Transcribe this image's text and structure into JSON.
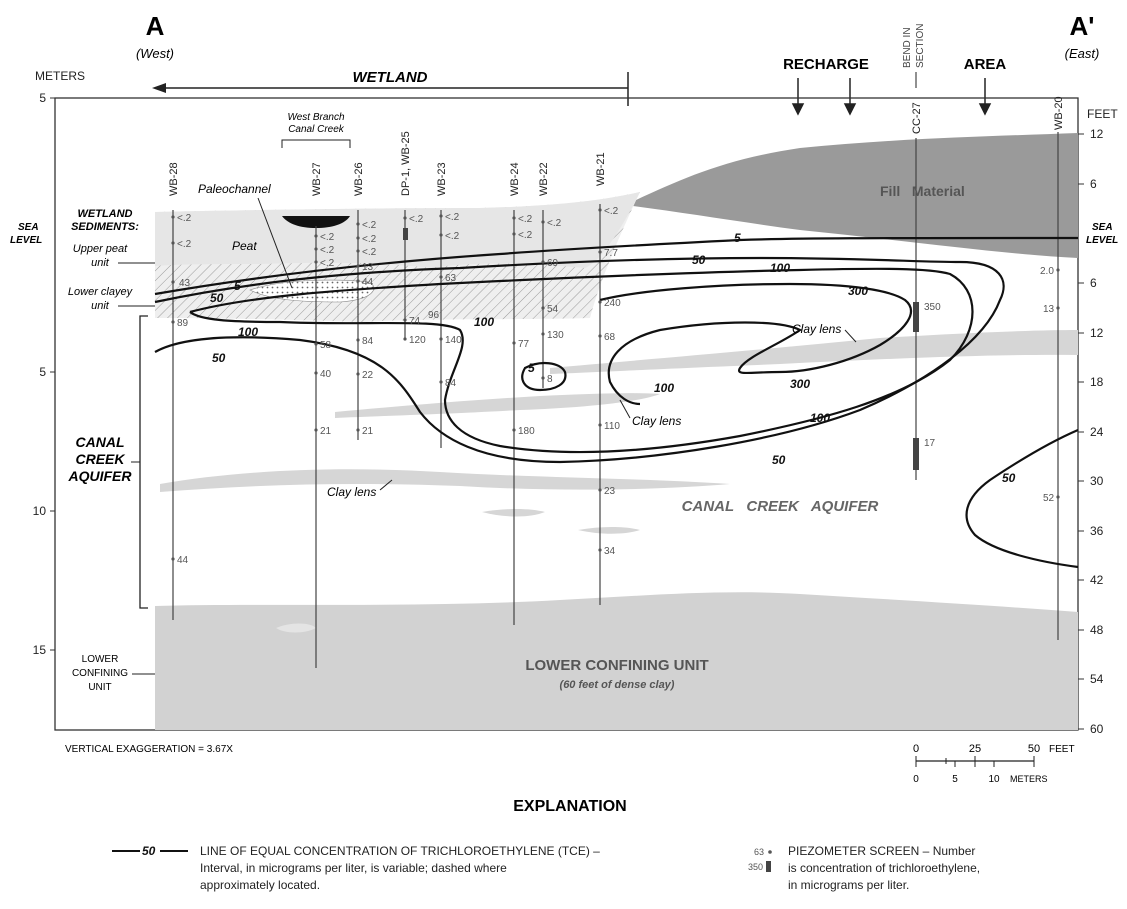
{
  "sections": {
    "left_letter": "A",
    "left_dir": "(West)",
    "right_letter": "A'",
    "right_dir": "(East)"
  },
  "axes": {
    "meters_label": "METERS",
    "feet_label": "FEET",
    "meters_ticks": [
      "5",
      "5",
      "10",
      "15"
    ],
    "feet_ticks": [
      "12",
      "6",
      "6",
      "12",
      "18",
      "24",
      "30",
      "36",
      "42",
      "48",
      "54",
      "60"
    ],
    "sea_level_left": [
      "SEA",
      "LEVEL"
    ],
    "sea_level_right": [
      "SEA",
      "LEVEL"
    ]
  },
  "header_labels": {
    "wetland": "WETLAND",
    "recharge": "RECHARGE",
    "area": "AREA",
    "bend_in_section": [
      "BEND IN",
      "SECTION"
    ],
    "west_branch": [
      "West Branch",
      "Canal Creek"
    ]
  },
  "wells": [
    "WB-28",
    "WB-27",
    "WB-26",
    "DP-1, WB-25",
    "WB-23",
    "WB-24",
    "WB-22",
    "WB-21",
    "CC-27",
    "WB-20"
  ],
  "unit_labels": {
    "wetland_sediments": [
      "WETLAND",
      "SEDIMENTS:"
    ],
    "upper_peat": [
      "Upper peat",
      "unit"
    ],
    "lower_clayey": [
      "Lower clayey",
      "unit"
    ],
    "paleochannel": "Paleochannel",
    "peat": "Peat",
    "fill_material": "Fill   Material",
    "canal_creek_aquifer_left": [
      "CANAL",
      "CREEK",
      "AQUIFER"
    ],
    "canal_creek_aquifer_center": "CANAL   CREEK   AQUIFER",
    "lower_confining_left": [
      "LOWER",
      "CONFINING",
      "UNIT"
    ],
    "lower_confining_center": "LOWER CONFINING UNIT",
    "lower_confining_note": "(60 feet of dense clay)",
    "clay_lens": "Clay lens"
  },
  "contours": [
    "5",
    "50",
    "100",
    "300",
    "5",
    "50",
    "100",
    "100",
    "300",
    "100",
    "50",
    "50"
  ],
  "concentrations": [
    "<.2",
    "<.2",
    "43",
    "89",
    "44",
    "<.2",
    "<.2",
    "<.2",
    "58",
    "40",
    "21",
    "<.2",
    "<.2",
    "<.2",
    "13",
    "44",
    "84",
    "22",
    "21",
    "<.2",
    "74",
    "120",
    "<.2",
    "<.2",
    "63",
    "96",
    "140",
    "84",
    "<.2",
    "<.2",
    "77",
    "180",
    "<.2",
    "69",
    "54",
    "130",
    "8",
    "<.2",
    "7.7",
    "240",
    "68",
    "110",
    "23",
    "34",
    "350",
    "17",
    "2.0",
    "13",
    "52"
  ],
  "footer": {
    "vertical_exaggeration": "VERTICAL EXAGGERATION = 3.67X",
    "scale_feet": [
      "0",
      "25",
      "50",
      "FEET"
    ],
    "scale_meters": [
      "0",
      "5",
      "10",
      "METERS"
    ],
    "explanation_title": "EXPLANATION",
    "legend_line_sample": "50",
    "legend_line_text": [
      "LINE OF EQUAL CONCENTRATION OF TRICHLOROETHYLENE (TCE) –",
      "Interval, in micrograms per liter, is variable; dashed where",
      "approximately located."
    ],
    "legend_pz_samples": [
      "63",
      "350"
    ],
    "legend_pz_text": [
      "PIEZOMETER SCREEN – Number",
      "is concentration of trichloroethylene,",
      "in micrograms per liter."
    ]
  },
  "colors": {
    "fill_material": "#9a9a9a",
    "confining_unit": "#d2d2d2",
    "clay_lens": "#d6d6d6",
    "peat": "#e6e6e6",
    "contour": "#111111"
  }
}
